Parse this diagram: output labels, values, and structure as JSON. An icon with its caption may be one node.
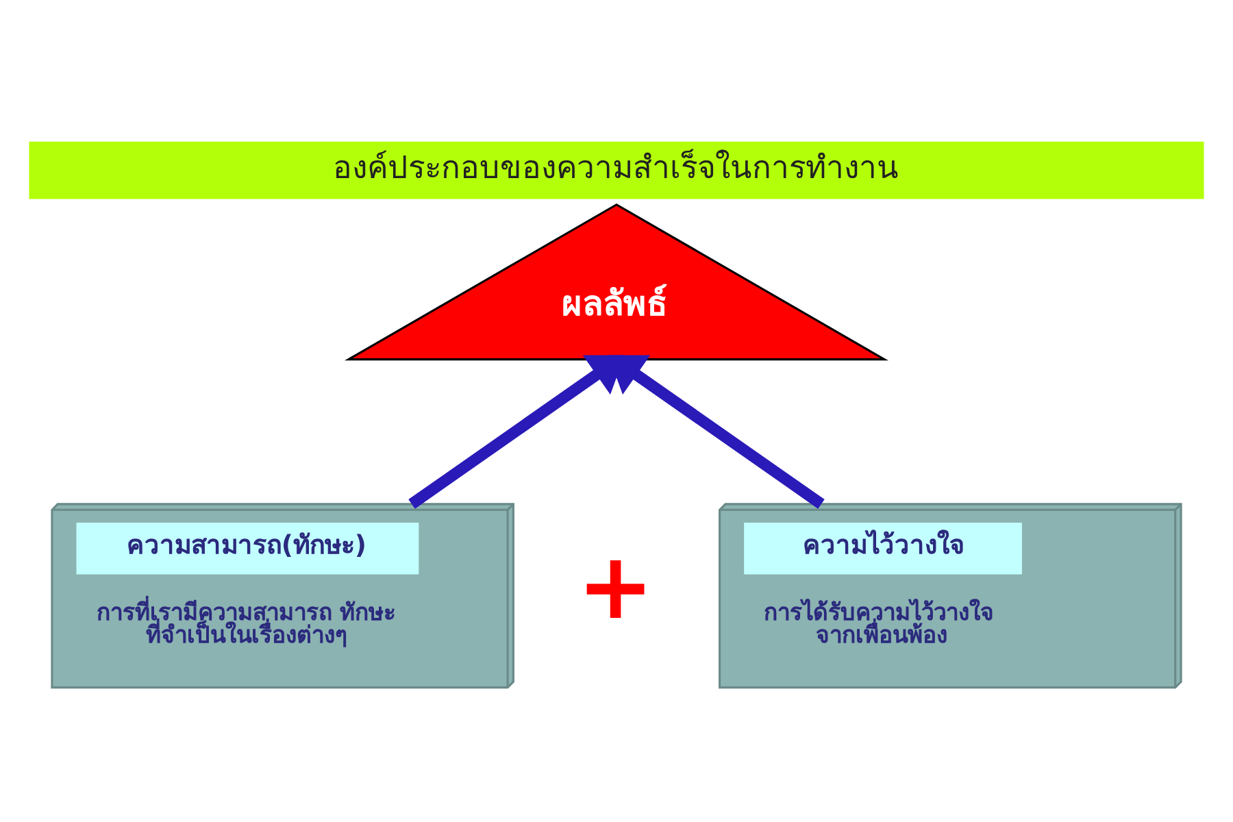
{
  "diagram": {
    "title": "องค์ประกอบของความสำเร็จในการทำงาน",
    "nodes": [
      {
        "text": [
          "ผลลัพธ์"
        ]
      },
      {
        "text": [
          "ความสามารถ(ทักษะ)",
          "การที่เรามีความสามารถ ทักษะ ที่จำเป็นในเรื่องต่างๆ"
        ]
      },
      {
        "text": [
          "ความไว้วางใจ",
          "การได้รับความไว้วางใจ จากเพื่อนพ้อง"
        ]
      }
    ],
    "edges": [
      {
        "from": 1,
        "to": 0,
        "arrow": "to"
      },
      {
        "from": 2,
        "to": 0,
        "arrow": "to"
      }
    ],
    "labels": [
      "+"
    ]
  }
}
